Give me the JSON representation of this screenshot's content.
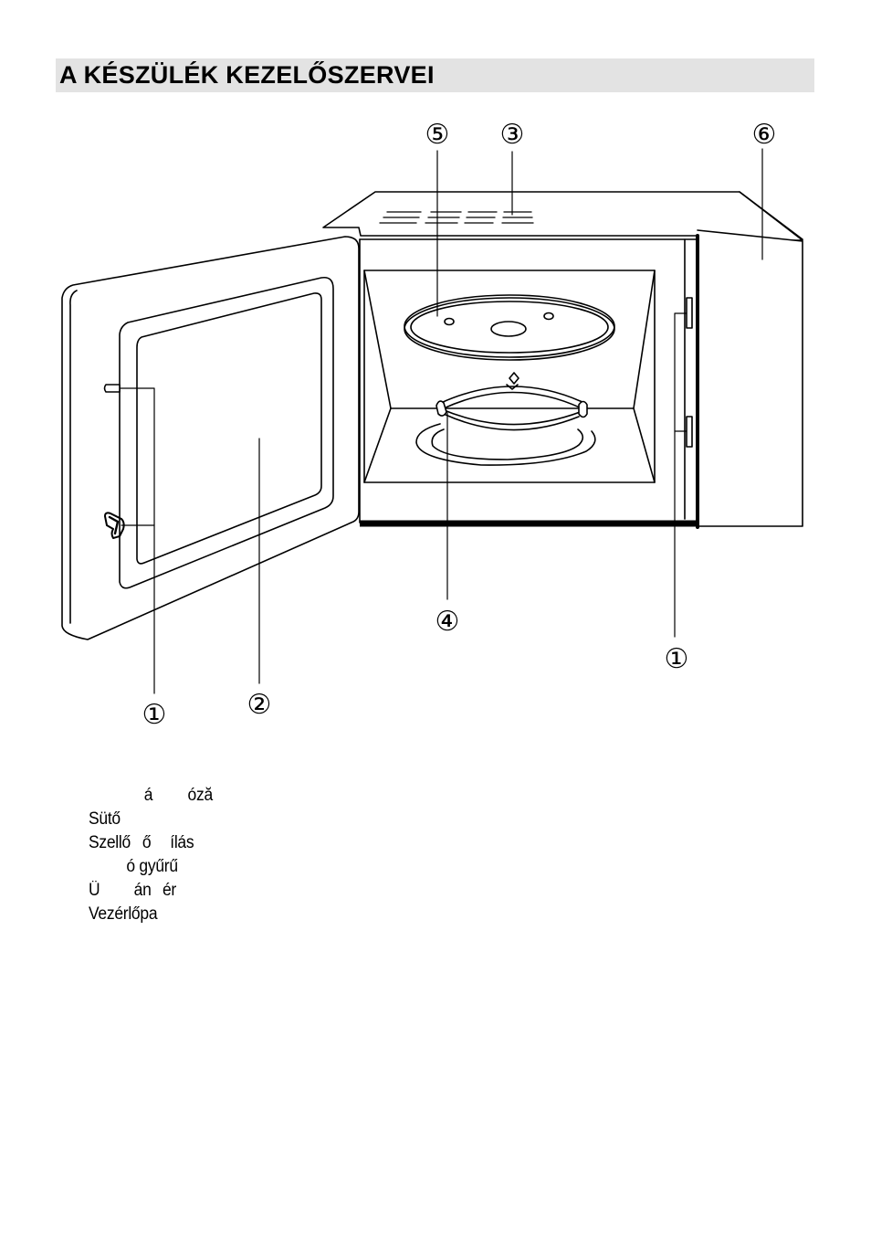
{
  "heading": {
    "title": "A KÉSZÜLÉK KEZELŐSZERVEI"
  },
  "callouts": {
    "door_latch": "①",
    "door_window": "②",
    "vent": "③",
    "support_ring": "④",
    "turntable": "⑤",
    "control_panel": "⑥",
    "latch_slot": "①"
  },
  "legend": {
    "line1": [
      "á",
      "óză"
    ],
    "line2": [
      "Sütő"
    ],
    "line3": [
      "Szellő",
      "ő",
      "ílás"
    ],
    "line4": [
      "ó gyűrű"
    ],
    "line5": [
      "Ü",
      "án",
      "ér"
    ],
    "line6": [
      "Vezérlőpa"
    ]
  }
}
